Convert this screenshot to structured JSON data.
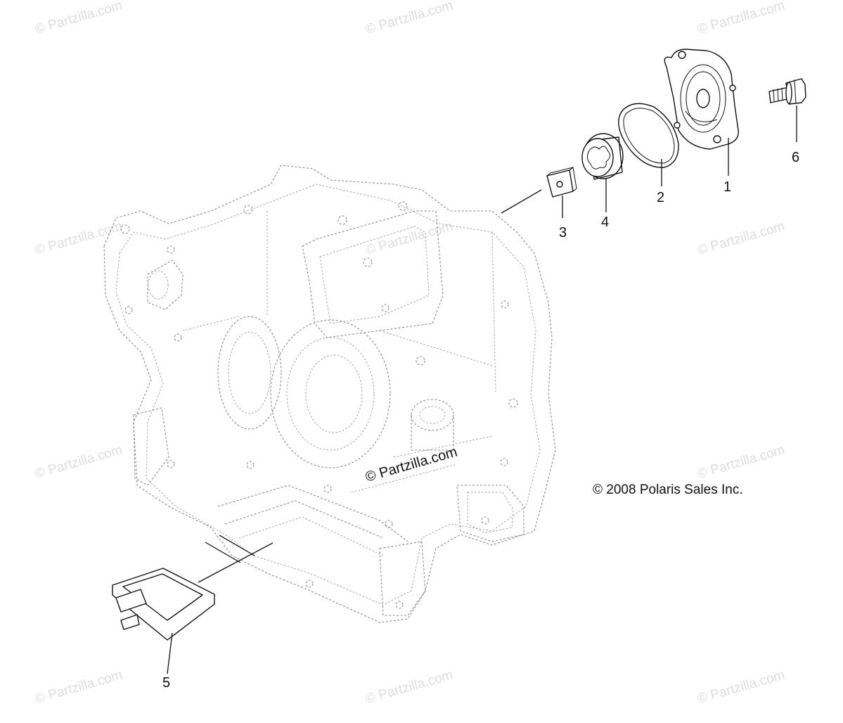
{
  "watermark": {
    "text": "© Partzilla.com",
    "center_text": "© Partzilla.com"
  },
  "copyright": "© 2008 Polaris Sales Inc.",
  "callouts": [
    {
      "id": "1",
      "label": "1"
    },
    {
      "id": "2",
      "label": "2"
    },
    {
      "id": "3",
      "label": "3"
    },
    {
      "id": "4",
      "label": "4"
    },
    {
      "id": "5",
      "label": "5"
    },
    {
      "id": "6",
      "label": "6"
    }
  ]
}
